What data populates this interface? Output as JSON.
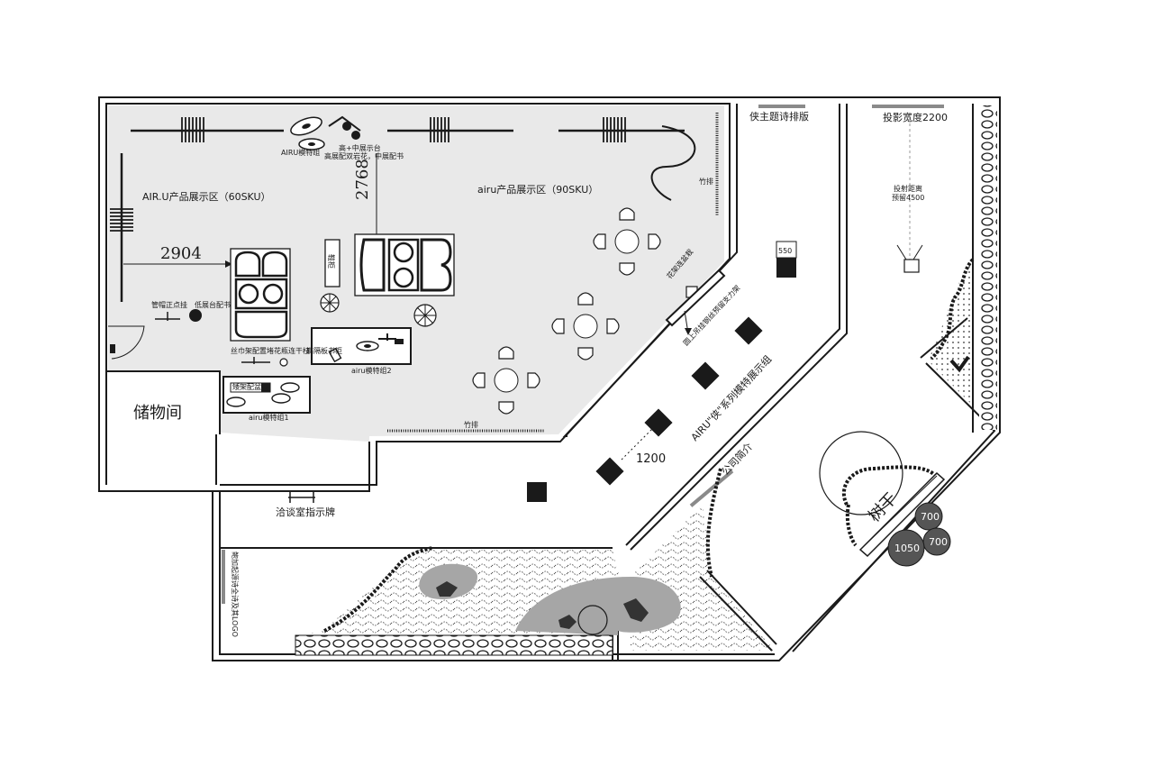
{
  "zones": {
    "air_u_display": "AIR.U产品展示区（60SKU）",
    "airu_display": "airu产品展示区（90SKU）",
    "storage": "储物间",
    "xia_series": "AIRU\"侠\"系列模特展示组",
    "projection_width": "投影宽度2200",
    "projection_distance_1": "投射距离",
    "projection_distance_2": "预留4500",
    "xia_poem": "侠主题诗排版",
    "company_intro": "公司简介",
    "tree_trunk": "树干",
    "meeting_sign": "洽谈室指示牌",
    "logo_poem": "鲍加起源诗全诗及其LOGO"
  },
  "labels": {
    "airu_model_group": "AIRU模特组",
    "high_mid_display_1": "高+中展示台",
    "high_mid_display_2": "高展配双岩花，中展配书",
    "bamboo_row_1": "竹排",
    "bamboo_row_2": "竹排",
    "flower_rack": "花架连盆栽",
    "ceiling_hang": "圆上吊挂钢丝预留支力架",
    "shoe_cabinet": "鞋柜",
    "high_shelf": "高隔板书柜",
    "model_group_2": "airu模特组2",
    "model_group_1": "airu模特组1",
    "pipe_hanger": "管帽正点挂",
    "low_display_book": "低展台配书",
    "scarf_rack": "丝巾架配置堵花瓶连干枝",
    "stand_box": "矮架配盆栽"
  },
  "dimensions": {
    "d2904": "2904",
    "d2768": "2768",
    "d1200": "1200",
    "d550": "550",
    "c700a": "700",
    "c700b": "700",
    "c1050": "1050"
  }
}
